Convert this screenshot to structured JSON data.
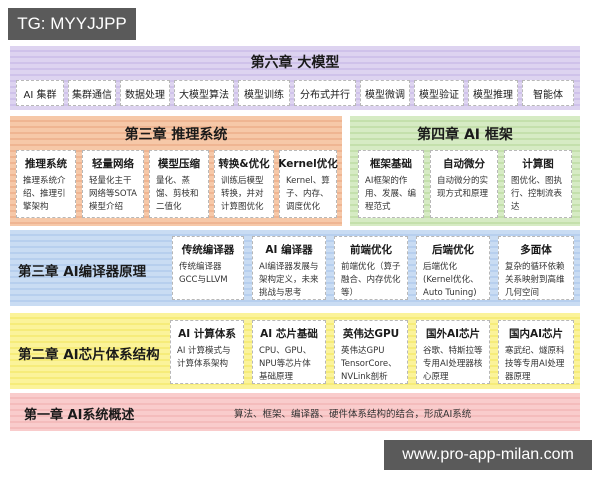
{
  "watermarks": {
    "top_left": "TG: MYYJJPP",
    "bottom_right": "www.pro-app-milan.com"
  },
  "colors": {
    "ch6_purple": "#ddd3f0",
    "ch3_inference_orange": "#f6c8a8",
    "ch4_green": "#d6ebc4",
    "ch3_compiler_blue": "#c9dcf3",
    "ch2_yellow": "#fbf39a",
    "ch1_pink": "#f9cccc",
    "watermark_bg": "#5a5a5a"
  },
  "chapter6": {
    "title": "第六章 大模型",
    "items": [
      "AI 集群",
      "集群通信",
      "数据处理",
      "大模型算法",
      "模型训练",
      "分布式并行",
      "模型微调",
      "模型验证",
      "模型推理",
      "智能体"
    ]
  },
  "chapter3_inference": {
    "title": "第三章 推理系统",
    "cards": [
      {
        "title": "推理系统",
        "desc": "推理系统介绍、推理引擎架构"
      },
      {
        "title": "轻量网络",
        "desc": "轻量化主干网络等SOTA模型介绍"
      },
      {
        "title": "模型压缩",
        "desc": "量化、蒸馏、剪枝和二值化"
      },
      {
        "title": "转换&优化",
        "desc": "训练后模型转换，并对计算图优化"
      },
      {
        "title": "Kernel优化",
        "desc": "Kernel、算子、内存、调度优化"
      }
    ]
  },
  "chapter4": {
    "title": "第四章 AI 框架",
    "cards": [
      {
        "title": "框架基础",
        "desc": "AI框架的作用、发展、编程范式"
      },
      {
        "title": "自动微分",
        "desc": "自动微分的实现方式和原理"
      },
      {
        "title": "计算图",
        "desc": "图优化、图执行、控制流表达"
      }
    ]
  },
  "chapter3_compiler": {
    "title": "第三章 AI编译器原理",
    "cards": [
      {
        "title": "传统编译器",
        "desc": "传统编译器GCC与LLVM"
      },
      {
        "title": "AI 编译器",
        "desc": "AI编译器发展与架构定义，未来挑战与思考"
      },
      {
        "title": "前端优化",
        "desc": "前端优化（算子融合、内存优化等）"
      },
      {
        "title": "后端优化",
        "desc": "后端优化(Kernel优化、Auto Tuning)"
      },
      {
        "title": "多面体",
        "desc": "复杂的循环依赖关系映射到高维几何空间"
      }
    ]
  },
  "chapter2": {
    "title": "第二章 AI芯片体系结构",
    "cards": [
      {
        "title": "AI 计算体系",
        "desc": "AI 计算模式与计算体系架构"
      },
      {
        "title": "AI 芯片基础",
        "desc": "CPU、GPU、NPU等芯片体基础原理"
      },
      {
        "title": "英伟达GPU",
        "desc": "英伟达GPU TensorCore、NVLink剖析"
      },
      {
        "title": "国外AI芯片",
        "desc": "谷歌、特斯拉等专用AI处理器核心原理"
      },
      {
        "title": "国内AI芯片",
        "desc": "寒武纪、燧原科技等专用AI处理器原理"
      }
    ]
  },
  "chapter1": {
    "title": "第一章 AI系统概述",
    "desc": "算法、框架、编译器、硬件体系结构的结合，形成AI系统"
  }
}
